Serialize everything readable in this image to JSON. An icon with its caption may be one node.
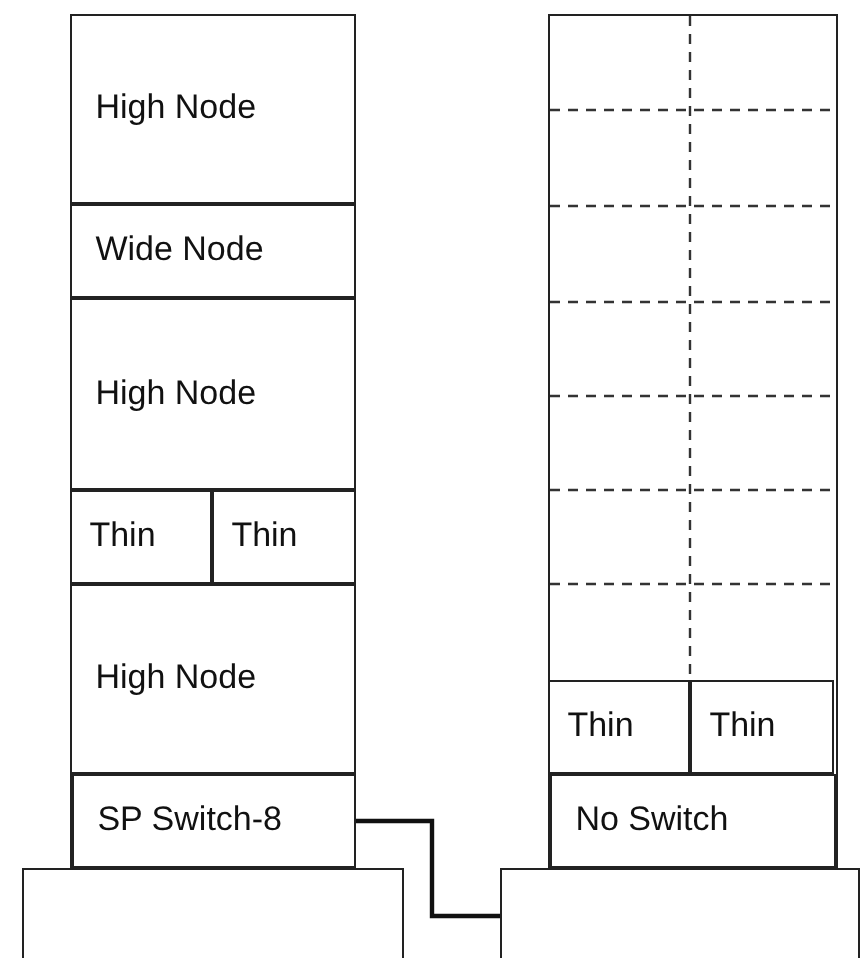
{
  "diagram": {
    "nodes": [
      {
        "text": [],
        "shape": "box"
      },
      {
        "text": [
          "High Node"
        ],
        "in": 0
      },
      {
        "text": [
          "Wide Node"
        ],
        "in": 0
      },
      {
        "text": [
          "High Node"
        ],
        "in": 0
      },
      {
        "text": [
          "Thin"
        ],
        "in": 0
      },
      {
        "text": [
          "Thin"
        ],
        "in": 0
      },
      {
        "text": [
          "High Node"
        ],
        "in": 0
      },
      {
        "text": [
          "SP Switch-8"
        ],
        "in": 0
      },
      {
        "text": [],
        "shape": "box"
      },
      {
        "text": [
          "Thin"
        ],
        "in": 8
      },
      {
        "text": [
          "Thin"
        ],
        "in": 8
      },
      {
        "text": [
          "No Switch"
        ],
        "in": 8
      },
      {
        "text": [],
        "shape": "box"
      },
      {
        "text": [],
        "shape": "box"
      }
    ],
    "edges": [
      {
        "from": 7,
        "to": 13,
        "arrow": "none"
      }
    ]
  }
}
